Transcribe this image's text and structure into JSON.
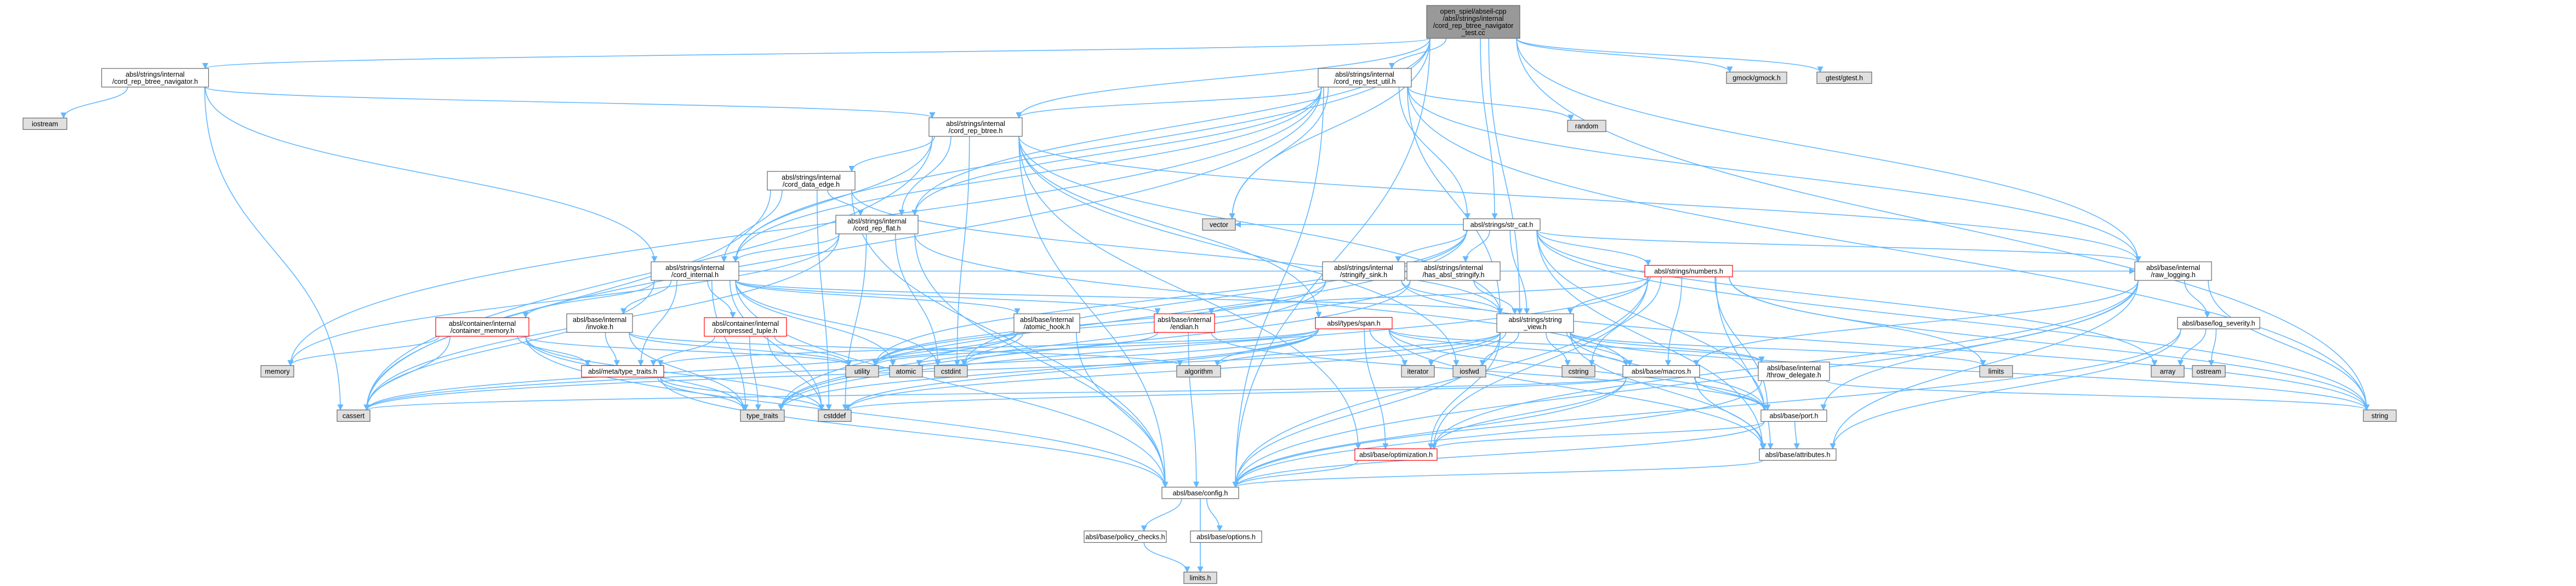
{
  "graph": {
    "colors": {
      "root_fill": "#999999",
      "node_fill": "#ffffff",
      "ext_fill": "#e0e0e0",
      "border": "#666666",
      "edge": "#63b8ff",
      "red_text": "#ff0000",
      "text": "#000000"
    },
    "nodes": [
      {
        "id": "root",
        "lines": [
          "open_spiel/abseil-cpp",
          "/absl/strings/internal",
          "/cord_rep_btree_navigator",
          "_test.cc"
        ],
        "kind": "root"
      },
      {
        "id": "navh",
        "lines": [
          "absl/strings/internal",
          "/cord_rep_btree_navigator.h"
        ],
        "kind": "node"
      },
      {
        "id": "testutil",
        "lines": [
          "absl/strings/internal",
          "/cord_rep_test_util.h"
        ],
        "kind": "node"
      },
      {
        "id": "gmock",
        "lines": [
          "gmock/gmock.h"
        ],
        "kind": "ext"
      },
      {
        "id": "gtest",
        "lines": [
          "gtest/gtest.h"
        ],
        "kind": "ext"
      },
      {
        "id": "iostream",
        "lines": [
          "iostream"
        ],
        "kind": "ext"
      },
      {
        "id": "btree",
        "lines": [
          "absl/strings/internal",
          "/cord_rep_btree.h"
        ],
        "kind": "node"
      },
      {
        "id": "random",
        "lines": [
          "random"
        ],
        "kind": "ext"
      },
      {
        "id": "dataedge",
        "lines": [
          "absl/strings/internal",
          "/cord_data_edge.h"
        ],
        "kind": "node"
      },
      {
        "id": "flat",
        "lines": [
          "absl/strings/internal",
          "/cord_rep_flat.h"
        ],
        "kind": "node"
      },
      {
        "id": "strcat",
        "lines": [
          "absl/strings/str_cat.h"
        ],
        "kind": "node"
      },
      {
        "id": "vector",
        "lines": [
          "vector"
        ],
        "kind": "ext"
      },
      {
        "id": "cordinternal",
        "lines": [
          "absl/strings/internal",
          "/cord_internal.h"
        ],
        "kind": "node"
      },
      {
        "id": "stringify",
        "lines": [
          "absl/strings/internal",
          "/stringify_sink.h"
        ],
        "kind": "node"
      },
      {
        "id": "hasabsl",
        "lines": [
          "absl/strings/internal",
          "/has_absl_stringify.h"
        ],
        "kind": "node"
      },
      {
        "id": "numbers",
        "lines": [
          "absl/strings/numbers.h"
        ],
        "kind": "red"
      },
      {
        "id": "rawlog",
        "lines": [
          "absl/base/internal",
          "/raw_logging.h"
        ],
        "kind": "node"
      },
      {
        "id": "contmem",
        "lines": [
          "absl/container/internal",
          "/container_memory.h"
        ],
        "kind": "red"
      },
      {
        "id": "invoke",
        "lines": [
          "absl/base/internal",
          "/invoke.h"
        ],
        "kind": "node"
      },
      {
        "id": "comptuple",
        "lines": [
          "absl/container/internal",
          "/compressed_tuple.h"
        ],
        "kind": "red"
      },
      {
        "id": "atomichook",
        "lines": [
          "absl/base/internal",
          "/atomic_hook.h"
        ],
        "kind": "node"
      },
      {
        "id": "endian",
        "lines": [
          "absl/base/internal",
          "/endian.h"
        ],
        "kind": "red"
      },
      {
        "id": "span",
        "lines": [
          "absl/types/span.h"
        ],
        "kind": "red"
      },
      {
        "id": "stringview",
        "lines": [
          "absl/strings/string",
          "_view.h"
        ],
        "kind": "node"
      },
      {
        "id": "logsev",
        "lines": [
          "absl/base/log_severity.h"
        ],
        "kind": "node"
      },
      {
        "id": "memory",
        "lines": [
          "memory"
        ],
        "kind": "ext"
      },
      {
        "id": "typetraits",
        "lines": [
          "absl/meta/type_traits.h"
        ],
        "kind": "red"
      },
      {
        "id": "utility",
        "lines": [
          "utility"
        ],
        "kind": "ext"
      },
      {
        "id": "atomic",
        "lines": [
          "atomic"
        ],
        "kind": "ext"
      },
      {
        "id": "cstdint",
        "lines": [
          "cstdint"
        ],
        "kind": "ext"
      },
      {
        "id": "algorithm",
        "lines": [
          "algorithm"
        ],
        "kind": "ext"
      },
      {
        "id": "iterator",
        "lines": [
          "iterator"
        ],
        "kind": "ext"
      },
      {
        "id": "iosfwd",
        "lines": [
          "iosfwd"
        ],
        "kind": "ext"
      },
      {
        "id": "cstring",
        "lines": [
          "cstring"
        ],
        "kind": "ext"
      },
      {
        "id": "macros",
        "lines": [
          "absl/base/macros.h"
        ],
        "kind": "node"
      },
      {
        "id": "throwdel",
        "lines": [
          "absl/base/internal",
          "/throw_delegate.h"
        ],
        "kind": "node"
      },
      {
        "id": "limits",
        "lines": [
          "limits"
        ],
        "kind": "ext"
      },
      {
        "id": "array",
        "lines": [
          "array"
        ],
        "kind": "ext"
      },
      {
        "id": "ostream",
        "lines": [
          "ostream"
        ],
        "kind": "ext"
      },
      {
        "id": "string",
        "lines": [
          "string"
        ],
        "kind": "ext"
      },
      {
        "id": "cassert",
        "lines": [
          "cassert"
        ],
        "kind": "ext"
      },
      {
        "id": "std_type_traits",
        "lines": [
          "type_traits"
        ],
        "kind": "ext"
      },
      {
        "id": "cstddef",
        "lines": [
          "cstddef"
        ],
        "kind": "ext"
      },
      {
        "id": "port",
        "lines": [
          "absl/base/port.h"
        ],
        "kind": "node"
      },
      {
        "id": "optimization",
        "lines": [
          "absl/base/optimization.h"
        ],
        "kind": "red"
      },
      {
        "id": "attributes",
        "lines": [
          "absl/base/attributes.h"
        ],
        "kind": "node"
      },
      {
        "id": "config",
        "lines": [
          "absl/base/config.h"
        ],
        "kind": "node"
      },
      {
        "id": "policy",
        "lines": [
          "absl/base/policy_checks.h"
        ],
        "kind": "node"
      },
      {
        "id": "options",
        "lines": [
          "absl/base/options.h"
        ],
        "kind": "node"
      },
      {
        "id": "limitsh",
        "lines": [
          "limits.h"
        ],
        "kind": "ext"
      }
    ],
    "edges": [
      [
        "root",
        "navh"
      ],
      [
        "root",
        "testutil"
      ],
      [
        "root",
        "gmock"
      ],
      [
        "root",
        "gtest"
      ],
      [
        "root",
        "btree"
      ],
      [
        "root",
        "flat"
      ],
      [
        "root",
        "cordinternal"
      ],
      [
        "root",
        "vector"
      ],
      [
        "root",
        "strcat"
      ],
      [
        "root",
        "stringview"
      ],
      [
        "root",
        "rawlog"
      ],
      [
        "root",
        "config"
      ],
      [
        "root",
        "string"
      ],
      [
        "navh",
        "iostream"
      ],
      [
        "navh",
        "btree"
      ],
      [
        "navh",
        "cordinternal"
      ],
      [
        "navh",
        "cassert"
      ],
      [
        "testutil",
        "btree"
      ],
      [
        "testutil",
        "flat"
      ],
      [
        "testutil",
        "cordinternal"
      ],
      [
        "testutil",
        "random"
      ],
      [
        "testutil",
        "vector"
      ],
      [
        "testutil",
        "strcat"
      ],
      [
        "testutil",
        "stringview"
      ],
      [
        "testutil",
        "rawlog"
      ],
      [
        "testutil",
        "cassert"
      ],
      [
        "testutil",
        "memory"
      ],
      [
        "testutil",
        "string"
      ],
      [
        "testutil",
        "config"
      ],
      [
        "btree",
        "dataedge"
      ],
      [
        "btree",
        "flat"
      ],
      [
        "btree",
        "cordinternal"
      ],
      [
        "btree",
        "rawlog"
      ],
      [
        "btree",
        "optimization"
      ],
      [
        "btree",
        "stringview"
      ],
      [
        "btree",
        "span"
      ],
      [
        "btree",
        "cassert"
      ],
      [
        "btree",
        "cstdint"
      ],
      [
        "btree",
        "iosfwd"
      ],
      [
        "btree",
        "config"
      ],
      [
        "dataedge",
        "flat"
      ],
      [
        "dataedge",
        "cordinternal"
      ],
      [
        "dataedge",
        "stringview"
      ],
      [
        "dataedge",
        "cassert"
      ],
      [
        "dataedge",
        "cstddef"
      ],
      [
        "dataedge",
        "config"
      ],
      [
        "flat",
        "cordinternal"
      ],
      [
        "flat",
        "macros"
      ],
      [
        "flat",
        "cassert"
      ],
      [
        "flat",
        "cstddef"
      ],
      [
        "flat",
        "cstdint"
      ],
      [
        "flat",
        "memory"
      ],
      [
        "flat",
        "config"
      ],
      [
        "strcat",
        "stringify"
      ],
      [
        "strcat",
        "hasabsl"
      ],
      [
        "strcat",
        "numbers"
      ],
      [
        "strcat",
        "stringview"
      ],
      [
        "strcat",
        "rawlog"
      ],
      [
        "strcat",
        "port"
      ],
      [
        "strcat",
        "vector"
      ],
      [
        "strcat",
        "array"
      ],
      [
        "strcat",
        "string"
      ],
      [
        "strcat",
        "cstdint"
      ],
      [
        "strcat",
        "utility"
      ],
      [
        "strcat",
        "std_type_traits"
      ],
      [
        "strcat",
        "attributes"
      ],
      [
        "cordinternal",
        "contmem"
      ],
      [
        "cordinternal",
        "invoke"
      ],
      [
        "cordinternal",
        "comptuple"
      ],
      [
        "cordinternal",
        "atomichook"
      ],
      [
        "cordinternal",
        "endian"
      ],
      [
        "cordinternal",
        "rawlog"
      ],
      [
        "cordinternal",
        "stringview"
      ],
      [
        "cordinternal",
        "atomic"
      ],
      [
        "cordinternal",
        "cassert"
      ],
      [
        "cordinternal",
        "cstddef"
      ],
      [
        "cordinternal",
        "cstdint"
      ],
      [
        "cordinternal",
        "std_type_traits"
      ],
      [
        "cordinternal",
        "config"
      ],
      [
        "cordinternal",
        "typetraits"
      ],
      [
        "stringify",
        "stringview"
      ],
      [
        "stringify",
        "string"
      ],
      [
        "stringify",
        "std_type_traits"
      ],
      [
        "stringify",
        "utility"
      ],
      [
        "hasabsl",
        "stringview"
      ],
      [
        "hasabsl",
        "std_type_traits"
      ],
      [
        "hasabsl",
        "utility"
      ],
      [
        "numbers",
        "stringview"
      ],
      [
        "numbers",
        "endian"
      ],
      [
        "numbers",
        "macros"
      ],
      [
        "numbers",
        "port"
      ],
      [
        "numbers",
        "config"
      ],
      [
        "numbers",
        "string"
      ],
      [
        "numbers",
        "limits"
      ],
      [
        "numbers",
        "optimization"
      ],
      [
        "numbers",
        "attributes"
      ],
      [
        "numbers",
        "cstring"
      ],
      [
        "numbers",
        "std_type_traits"
      ],
      [
        "rawlog",
        "logsev"
      ],
      [
        "rawlog",
        "macros"
      ],
      [
        "rawlog",
        "port"
      ],
      [
        "rawlog",
        "attributes"
      ],
      [
        "rawlog",
        "config"
      ],
      [
        "rawlog",
        "optimization"
      ],
      [
        "rawlog",
        "string"
      ],
      [
        "contmem",
        "typetraits"
      ],
      [
        "contmem",
        "utility"
      ],
      [
        "contmem",
        "memory"
      ],
      [
        "contmem",
        "cassert"
      ],
      [
        "contmem",
        "cstddef"
      ],
      [
        "contmem",
        "std_type_traits"
      ],
      [
        "contmem",
        "config"
      ],
      [
        "invoke",
        "typetraits"
      ],
      [
        "invoke",
        "utility"
      ],
      [
        "invoke",
        "std_type_traits"
      ],
      [
        "invoke",
        "algorithm"
      ],
      [
        "comptuple",
        "typetraits"
      ],
      [
        "comptuple",
        "utility"
      ],
      [
        "comptuple",
        "std_type_traits"
      ],
      [
        "comptuple",
        "cstddef"
      ],
      [
        "atomichook",
        "atomic"
      ],
      [
        "atomichook",
        "cassert"
      ],
      [
        "atomichook",
        "cstdint"
      ],
      [
        "atomichook",
        "utility"
      ],
      [
        "atomichook",
        "config"
      ],
      [
        "endian",
        "cstdint"
      ],
      [
        "endian",
        "port"
      ],
      [
        "endian",
        "config"
      ],
      [
        "span",
        "algorithm"
      ],
      [
        "span",
        "cassert"
      ],
      [
        "span",
        "cstddef"
      ],
      [
        "span",
        "iterator"
      ],
      [
        "span",
        "std_type_traits"
      ],
      [
        "span",
        "utility"
      ],
      [
        "span",
        "throwdel"
      ],
      [
        "span",
        "macros"
      ],
      [
        "span",
        "optimization"
      ],
      [
        "span",
        "port"
      ],
      [
        "span",
        "typetraits"
      ],
      [
        "span",
        "attributes"
      ],
      [
        "stringview",
        "algorithm"
      ],
      [
        "stringview",
        "cassert"
      ],
      [
        "stringview",
        "cstddef"
      ],
      [
        "stringview",
        "cstring"
      ],
      [
        "stringview",
        "iosfwd"
      ],
      [
        "stringview",
        "iterator"
      ],
      [
        "stringview",
        "limits"
      ],
      [
        "stringview",
        "string"
      ],
      [
        "stringview",
        "throwdel"
      ],
      [
        "stringview",
        "macros"
      ],
      [
        "stringview",
        "port"
      ],
      [
        "stringview",
        "optimization"
      ],
      [
        "stringview",
        "attributes"
      ],
      [
        "stringview",
        "config"
      ],
      [
        "logsev",
        "array"
      ],
      [
        "logsev",
        "ostream"
      ],
      [
        "logsev",
        "attributes"
      ],
      [
        "logsev",
        "config"
      ],
      [
        "typetraits",
        "cstddef"
      ],
      [
        "typetraits",
        "std_type_traits"
      ],
      [
        "typetraits",
        "config"
      ],
      [
        "macros",
        "cassert"
      ],
      [
        "macros",
        "cstddef"
      ],
      [
        "macros",
        "attributes"
      ],
      [
        "macros",
        "config"
      ],
      [
        "macros",
        "optimization"
      ],
      [
        "macros",
        "port"
      ],
      [
        "throwdel",
        "string"
      ],
      [
        "throwdel",
        "config"
      ],
      [
        "port",
        "attributes"
      ],
      [
        "port",
        "config"
      ],
      [
        "port",
        "optimization"
      ],
      [
        "optimization",
        "config"
      ],
      [
        "attributes",
        "config"
      ],
      [
        "config",
        "policy"
      ],
      [
        "config",
        "options"
      ],
      [
        "config",
        "limitsh"
      ],
      [
        "policy",
        "limitsh"
      ]
    ]
  }
}
